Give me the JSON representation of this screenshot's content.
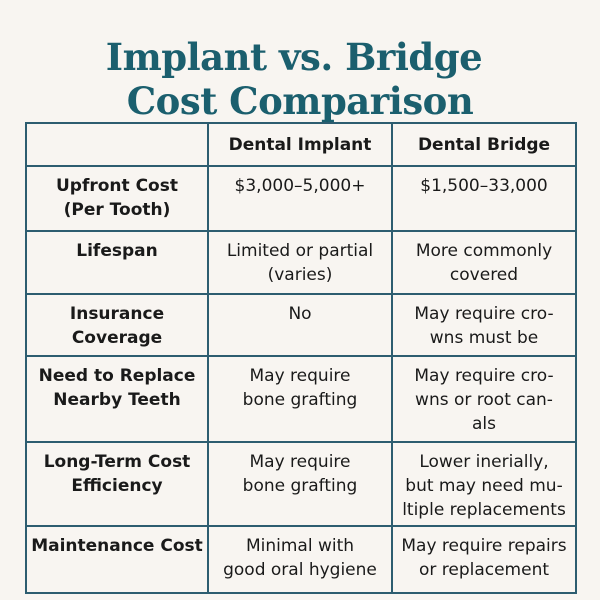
{
  "title": {
    "line1": "Implant vs. Bridge",
    "line2": "Cost Comparison"
  },
  "colors": {
    "title": "#1b5f6e",
    "border": "#2d5d70",
    "background": "#f8f5f1",
    "text": "#1a1a1a"
  },
  "table": {
    "headers": [
      "",
      "Dental Implant",
      "Dental Bridge"
    ],
    "rows": [
      {
        "label": [
          "Upfront Cost",
          "(Per Tooth)"
        ],
        "implant": [
          "$3,000–5,000+"
        ],
        "bridge": [
          "$1,500–33,000"
        ]
      },
      {
        "label": [
          "Lifespan"
        ],
        "implant": [
          "Limited or partial",
          "(varies)"
        ],
        "bridge": [
          "More commonly",
          "covered"
        ]
      },
      {
        "label": [
          "Insurance",
          "Coverage"
        ],
        "implant": [
          "No"
        ],
        "bridge": [
          "May require cro-",
          "wns must be"
        ]
      },
      {
        "label": [
          "Need to Replace",
          "Nearby Teeth"
        ],
        "implant": [
          "May require",
          "bone grafting"
        ],
        "bridge": [
          "May require cro-",
          "wns or root can-",
          "als"
        ]
      },
      {
        "label": [
          "Long-Term Cost",
          "Efficiency"
        ],
        "implant": [
          "May require",
          "bone grafting"
        ],
        "bridge": [
          "Lower inerially,",
          "but may need mu-",
          "ltiple replacements"
        ]
      },
      {
        "label": [
          "Maintenance Cost"
        ],
        "implant": [
          "Minimal with",
          "good oral hygiene"
        ],
        "bridge": [
          "May require repairs",
          "or replacement"
        ]
      }
    ]
  }
}
